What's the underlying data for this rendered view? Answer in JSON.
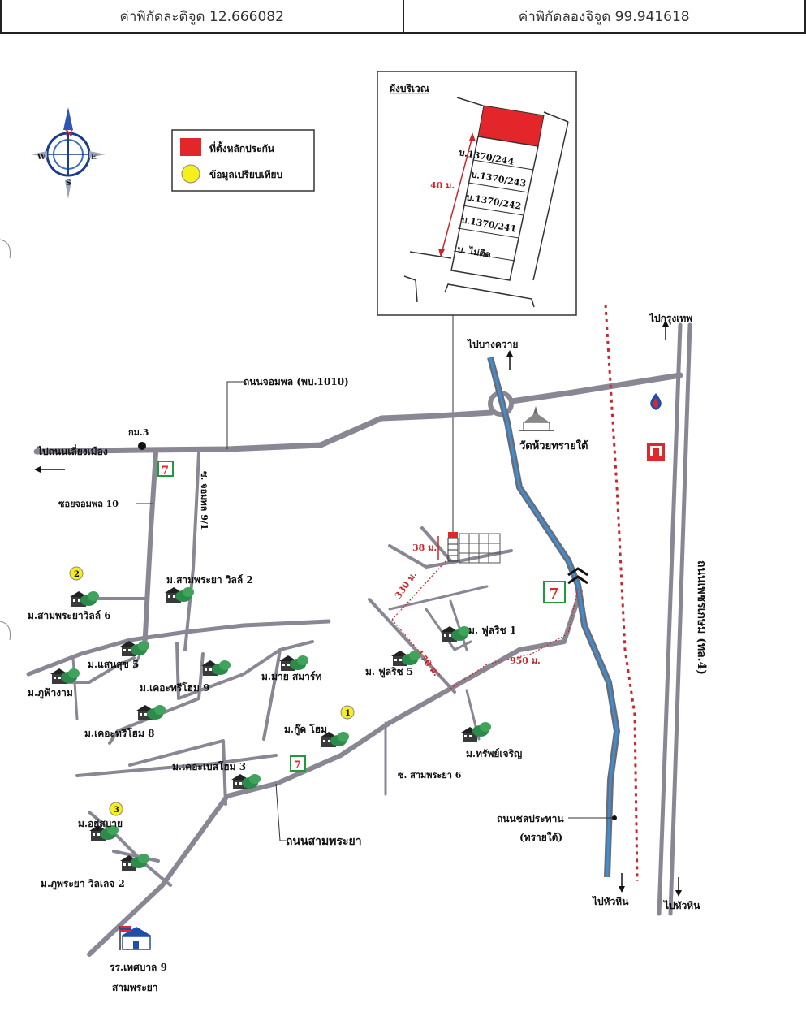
{
  "header": {
    "lat_label": "ค่าพิกัดละติจูด 12.666082",
    "lon_label": "ค่าพิกัดลองจิจูด 99.941618"
  },
  "compass": {
    "n": "N",
    "s": "S",
    "e": "E",
    "w": "W"
  },
  "legend": {
    "collateral": "ที่ตั้งหลักประกัน",
    "comparable": "ข้อมูลเปรียบเทียบ",
    "collateral_color": "#e3262a",
    "comparable_color": "#f7ee1e"
  },
  "inset": {
    "title": "ผังบริเวณ",
    "dimension": "40 ม.",
    "plots": [
      "บ.1370/244",
      "บ.1370/243",
      "บ.1370/242",
      "บ.1370/241",
      "บ. ไม่ติด"
    ]
  },
  "directions": {
    "to_bangkok": "ไปกรุงเทพ",
    "to_bang_khwai": "ไปบางควาย",
    "to_ring_road": "ไปถนนเลี่ยงเมือง",
    "to_hua_hin_canal": "ไปหัวหิน",
    "to_hua_hin_highway": "ไปหัวหิน"
  },
  "roads": {
    "jompol": "ถนนจอมพล (พบ.1010)",
    "km3": "กม.3",
    "soi_jompol10": "ซอยจอมพล 10",
    "soi_jompol9_1": "ซ. จอมพล 9/1",
    "sam_phraya": "ถนนสามพระยา",
    "soi_sam_phraya6": "ซ. สามพระยา 6",
    "canal_road": "ถนนชลประทาน",
    "canal_road_sub": "(ทรายใต้)",
    "phetkasem": "ถนนเพชรเกษม (ทล.4)"
  },
  "temple": "วัดห้วยทรายใต้",
  "distances": {
    "d38": "38 ม.",
    "d330": "330 ม.",
    "d170": "170 ม.",
    "d950": "950 ม."
  },
  "villages": {
    "samphraya_villa2": "ม.สามพระยา วิลล์ 2",
    "samphraya_villa6": "ม.สามพระยาวิลล์ 6",
    "saensuk5": "ม.แสนสุข 5",
    "phufangam": "ม.ภูฟ้างาม",
    "countryhome9": "ม.เคอะทรีโฮม 9",
    "countryhome8": "ม.เคอะทรีโฮม 8",
    "mysmart": "ม.มาย สมาร์ท",
    "fullrich1": "ม. ฟูลริช 1",
    "fullrich5": "ม. ฟูลริช 5",
    "goodhome": "ม.กู๊ด โฮม",
    "sapcharoen": "ม.ทรัพย์เจริญ",
    "bestthome3": "ม.เคอะเบสโฮม 3",
    "yusabai": "ม.อยู่สบาย",
    "phuphraya": "ม.ภูพระยา วิลเลจ 2"
  },
  "comparables": [
    "1",
    "2",
    "3"
  ],
  "school": {
    "line1": "รร.เทศบาล 9",
    "line2": "สามพระยา"
  },
  "store_label": "7",
  "colors": {
    "road": "#8a8794",
    "canal": "#3b8fd6",
    "red_dash": "#c8282d",
    "store_green": "#1f9a3c",
    "store_red": "#e3262a",
    "tree": "#2c8a4a"
  }
}
